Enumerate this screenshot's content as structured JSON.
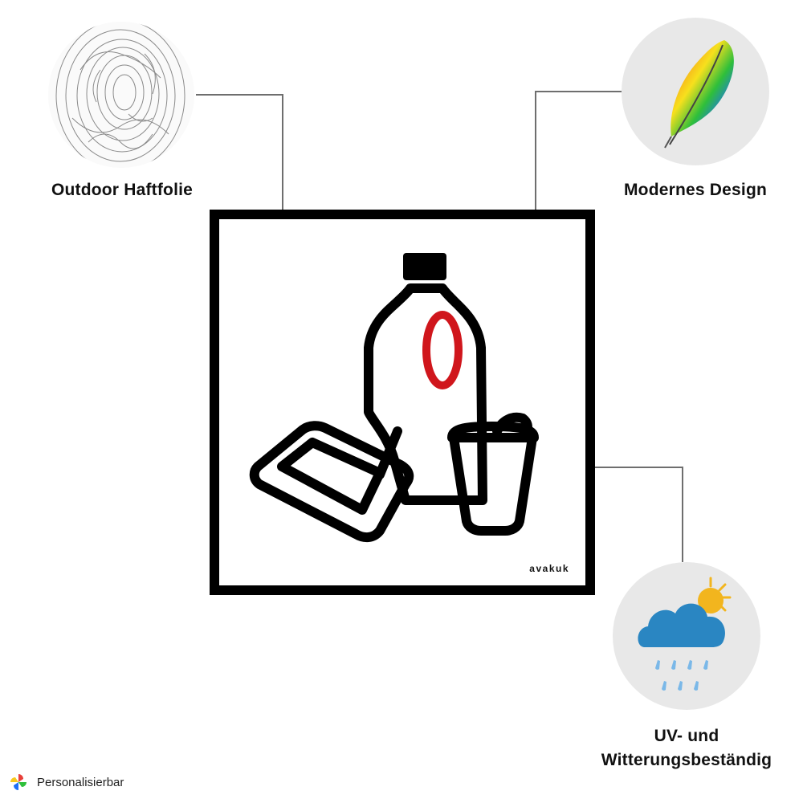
{
  "features": {
    "outdoor": {
      "label": "Outdoor Haftfolie",
      "icon": "fingerprint-texture-icon"
    },
    "design": {
      "label": "Modernes Design",
      "icon": "rainbow-feather-icon"
    },
    "weather": {
      "label_line1": "UV- und",
      "label_line2": "Witterungsbeständig",
      "icon": "sun-rain-cloud-icon"
    }
  },
  "sign": {
    "brand": "avakuk",
    "icon": "plastic-waste-icon",
    "accent_color": "#d0161c",
    "frame_color": "#000000"
  },
  "footer": {
    "label": "Personalisierbar",
    "icon": "pinwheel-icon"
  },
  "colors": {
    "connector": "#6e6e6e",
    "circle_bg": "#e8e8e8",
    "cloud": "#2a86c2",
    "sun": "#f2b51e",
    "rain": "#7ab8e8"
  }
}
